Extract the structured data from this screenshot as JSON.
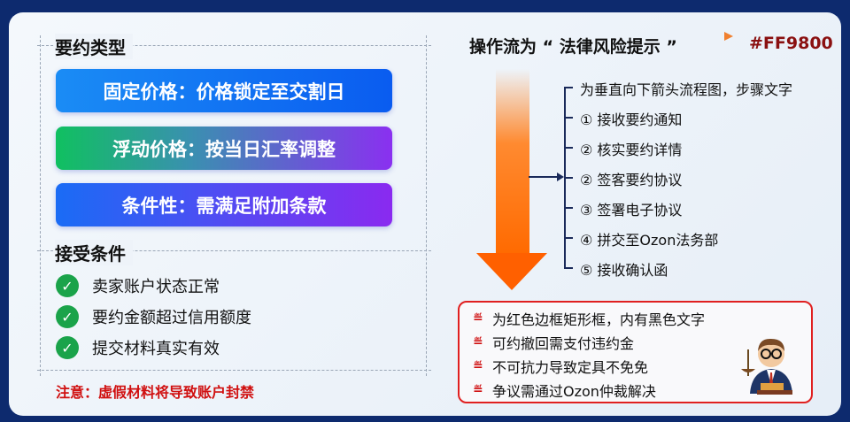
{
  "left": {
    "section1_title": "要约类型",
    "types": [
      {
        "label": "固定价格：价格锁定至交割日"
      },
      {
        "label": "浮动价格：按当日汇率调整"
      },
      {
        "label": "条件性：需满足附加条款"
      }
    ],
    "section2_title": "接受条件",
    "conditions": [
      "卖家账户状态正常",
      "要约金额超过信用额度",
      "提交材料真实有效"
    ],
    "warning": "注意：虚假材料将导致账户封禁"
  },
  "right": {
    "title": "操作流为 “ 法律风险提示 ”",
    "color_code": "#FF9800",
    "steps": [
      "为垂直向下箭头流程图，步骤文字",
      "① 接收要约通知",
      "② 核实要约详情",
      "② 签客要约协议",
      "③ 签署电子协议",
      "④ 拼交至Ozon法务部",
      "⑤ 接收确认函"
    ],
    "risks": [
      "为红色边框矩形框，内有黑色文字",
      "可约撤回需支付违约金",
      "不可抗力导致定具不免免",
      "争议需通过Ozon仲裁解决"
    ]
  },
  "colors": {
    "arrow": "#FF6A00",
    "risk_border": "#E02020",
    "warning": "#D01010",
    "check": "#1AA34A"
  }
}
